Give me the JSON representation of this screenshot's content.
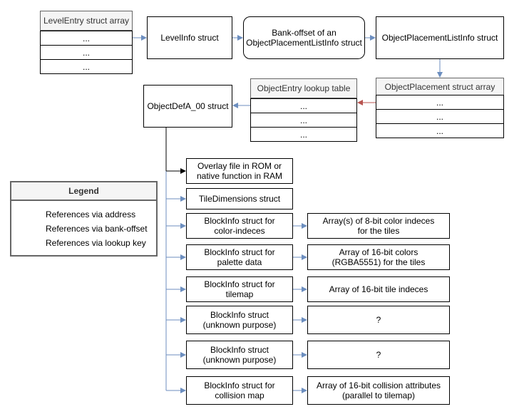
{
  "colors": {
    "address": "#000000",
    "bank_offset": "#6c8ebf",
    "lookup_key": "#b85450",
    "header_fill": "#f5f5f5",
    "border": "#000000"
  },
  "level_entry_array": {
    "title": "LevelEntry struct array",
    "rows": [
      "...",
      "...",
      "..."
    ]
  },
  "level_info": "LevelInfo struct",
  "bank_offset_box": "Bank-offset of an\nObjectPlacementListInfo struct",
  "object_placement_list_info": "ObjectPlacementListInfo struct",
  "object_placement_array": {
    "title": "ObjectPlacement struct array",
    "rows": [
      "...",
      "...",
      "..."
    ]
  },
  "object_entry_table": {
    "title": "ObjectEntry lookup table",
    "rows": [
      "...",
      "...",
      "..."
    ]
  },
  "object_def": "ObjectDefA_00 struct",
  "children": [
    {
      "left": "Overlay file in ROM or\nnative function in RAM",
      "right": null,
      "arrow": "address"
    },
    {
      "left": "TileDimensions struct",
      "right": null,
      "arrow": "bank_offset"
    },
    {
      "left": "BlockInfo struct for\ncolor-indeces",
      "right": "Array(s) of 8-bit color indeces\nfor the tiles",
      "arrow": "bank_offset"
    },
    {
      "left": "BlockInfo struct for\npalette data",
      "right": "Array of 16-bit colors\n(RGBA5551) for the tiles",
      "arrow": "bank_offset"
    },
    {
      "left": "BlockInfo struct for\ntilemap",
      "right": "Array of 16-bit tile indeces",
      "arrow": "bank_offset"
    },
    {
      "left": "BlockInfo struct\n(unknown purpose)",
      "right": "?",
      "arrow": "bank_offset"
    },
    {
      "left": "BlockInfo struct\n(unknown purpose)",
      "right": "?",
      "arrow": "bank_offset"
    },
    {
      "left": "BlockInfo struct for\ncollision map",
      "right": "Array of 16-bit collision attributes\n(parallel to tilemap)",
      "arrow": "bank_offset"
    }
  ],
  "legend": {
    "title": "Legend",
    "items": [
      {
        "label": "References via address",
        "kind": "address"
      },
      {
        "label": "References via bank-offset",
        "kind": "bank_offset"
      },
      {
        "label": "References via lookup key",
        "kind": "lookup_key"
      }
    ]
  }
}
